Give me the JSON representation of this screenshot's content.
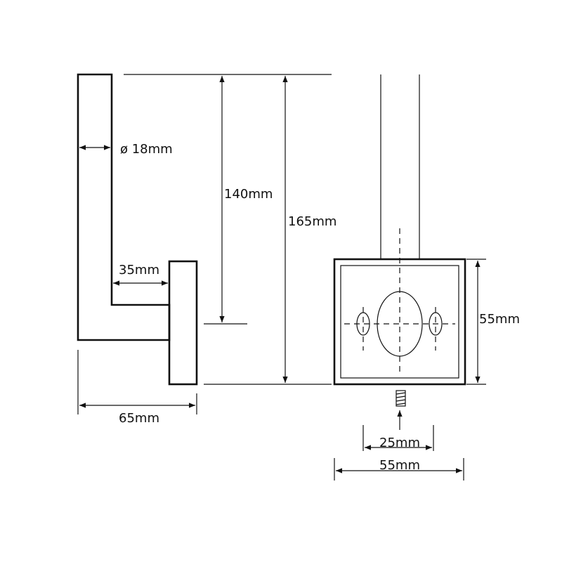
{
  "colors": {
    "line": "#111111",
    "background": "#ffffff"
  },
  "labels": {
    "diameter": "ø 18mm",
    "arm_length": "35mm",
    "depth": "65mm",
    "height_inner": "140mm",
    "height_total": "165mm",
    "plate_height": "55mm",
    "hole_spacing": "25mm",
    "plate_width": "55mm"
  }
}
